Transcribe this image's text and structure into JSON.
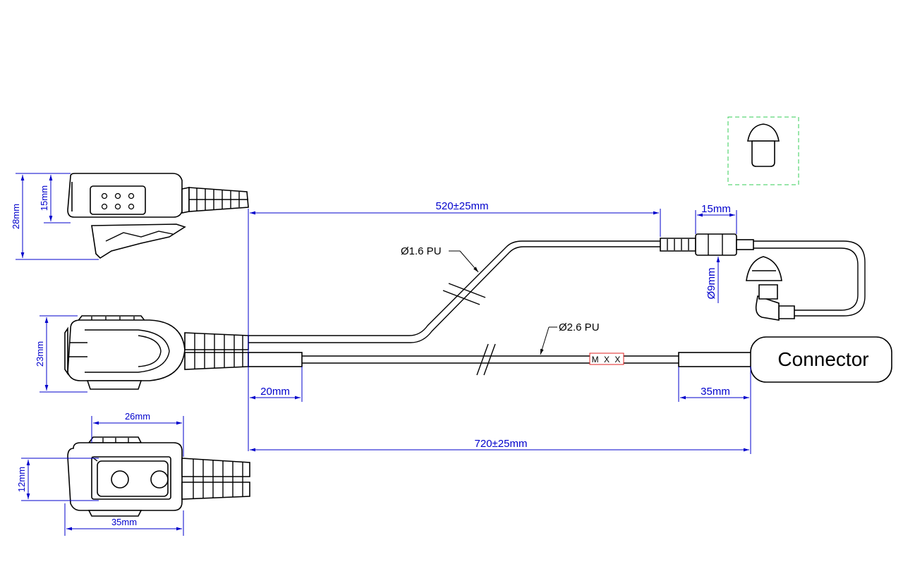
{
  "dimensions": {
    "side_height": "28mm",
    "side_clip_height": "15mm",
    "front_height": "23mm",
    "bottom_width_top": "26mm",
    "bottom_height": "12mm",
    "bottom_width": "35mm",
    "length_520": "520±25mm",
    "earpiece_len": "15mm",
    "earpiece_dia": "Ø9mm",
    "sleeve_left": "20mm",
    "sleeve_right": "35mm",
    "length_720": "720±25mm"
  },
  "labels": {
    "thin_cable": "Ø1.6 PU",
    "thick_cable": "Ø2.6 PU",
    "connector": "Connector",
    "marking": "M X X"
  },
  "colors": {
    "dimension": "#0000cc",
    "outline": "#000000",
    "marking_box": "#e02020",
    "detail_frame": "#33cc55"
  }
}
